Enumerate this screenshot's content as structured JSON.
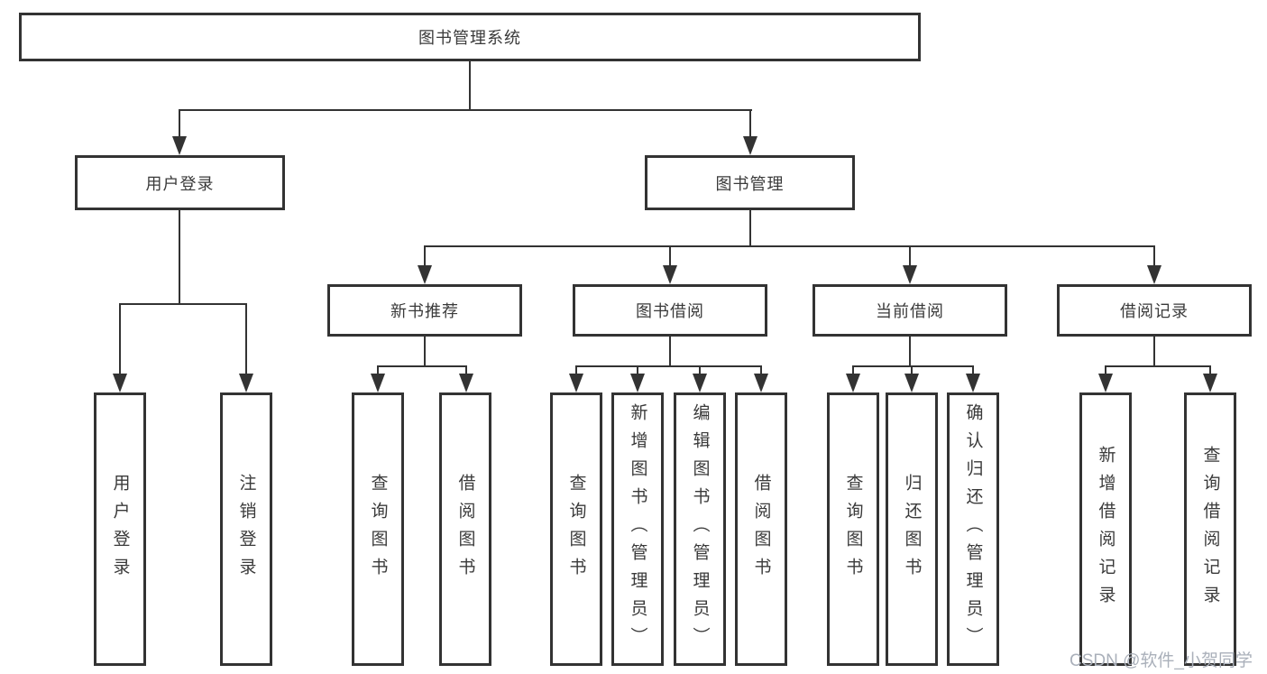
{
  "diagram": {
    "title_node": {
      "label": "图书管理系统"
    },
    "level2": [
      {
        "id": "user-login",
        "label": "用户登录"
      },
      {
        "id": "book-management",
        "label": "图书管理"
      }
    ],
    "level3": [
      {
        "id": "new-book-recommend",
        "label": "新书推荐"
      },
      {
        "id": "book-borrow",
        "label": "图书借阅"
      },
      {
        "id": "current-borrow",
        "label": "当前借阅"
      },
      {
        "id": "borrow-records",
        "label": "借阅记录"
      }
    ],
    "leaves": {
      "user_login_group": [
        {
          "label": "用户登录"
        },
        {
          "label": "注销登录"
        }
      ],
      "new_book_group": [
        {
          "label": "查询图书"
        },
        {
          "label": "借阅图书"
        }
      ],
      "borrow_group": [
        {
          "label": "查询图书"
        },
        {
          "label": "新增图书（管理员）"
        },
        {
          "label": "编辑图书（管理员）"
        },
        {
          "label": "借阅图书"
        }
      ],
      "current_group": [
        {
          "label": "查询图书"
        },
        {
          "label": "归还图书"
        },
        {
          "label": "确认归还（管理员）"
        }
      ],
      "record_group": [
        {
          "label": "新增借阅记录"
        },
        {
          "label": "查询借阅记录"
        }
      ]
    }
  },
  "colors": {
    "line": "#333333",
    "box_border": "#333333",
    "text": "#3a3a3a",
    "watermark": "#aab0ba"
  },
  "watermark": {
    "text": "CSDN @软件_小贺同学"
  }
}
